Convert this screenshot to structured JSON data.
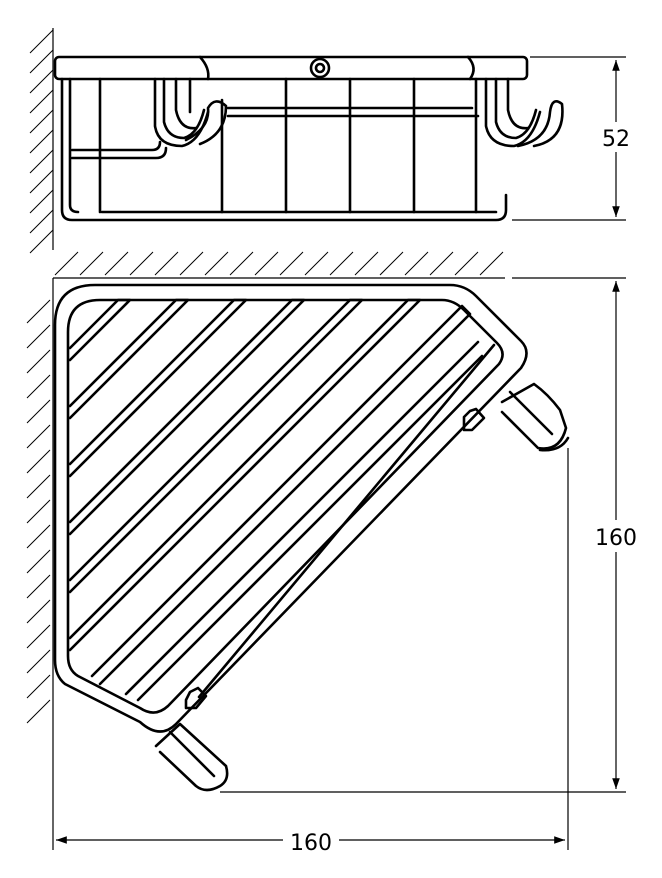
{
  "dimensions": {
    "height_side": "52",
    "depth_top": "160",
    "width_bottom": "160"
  }
}
